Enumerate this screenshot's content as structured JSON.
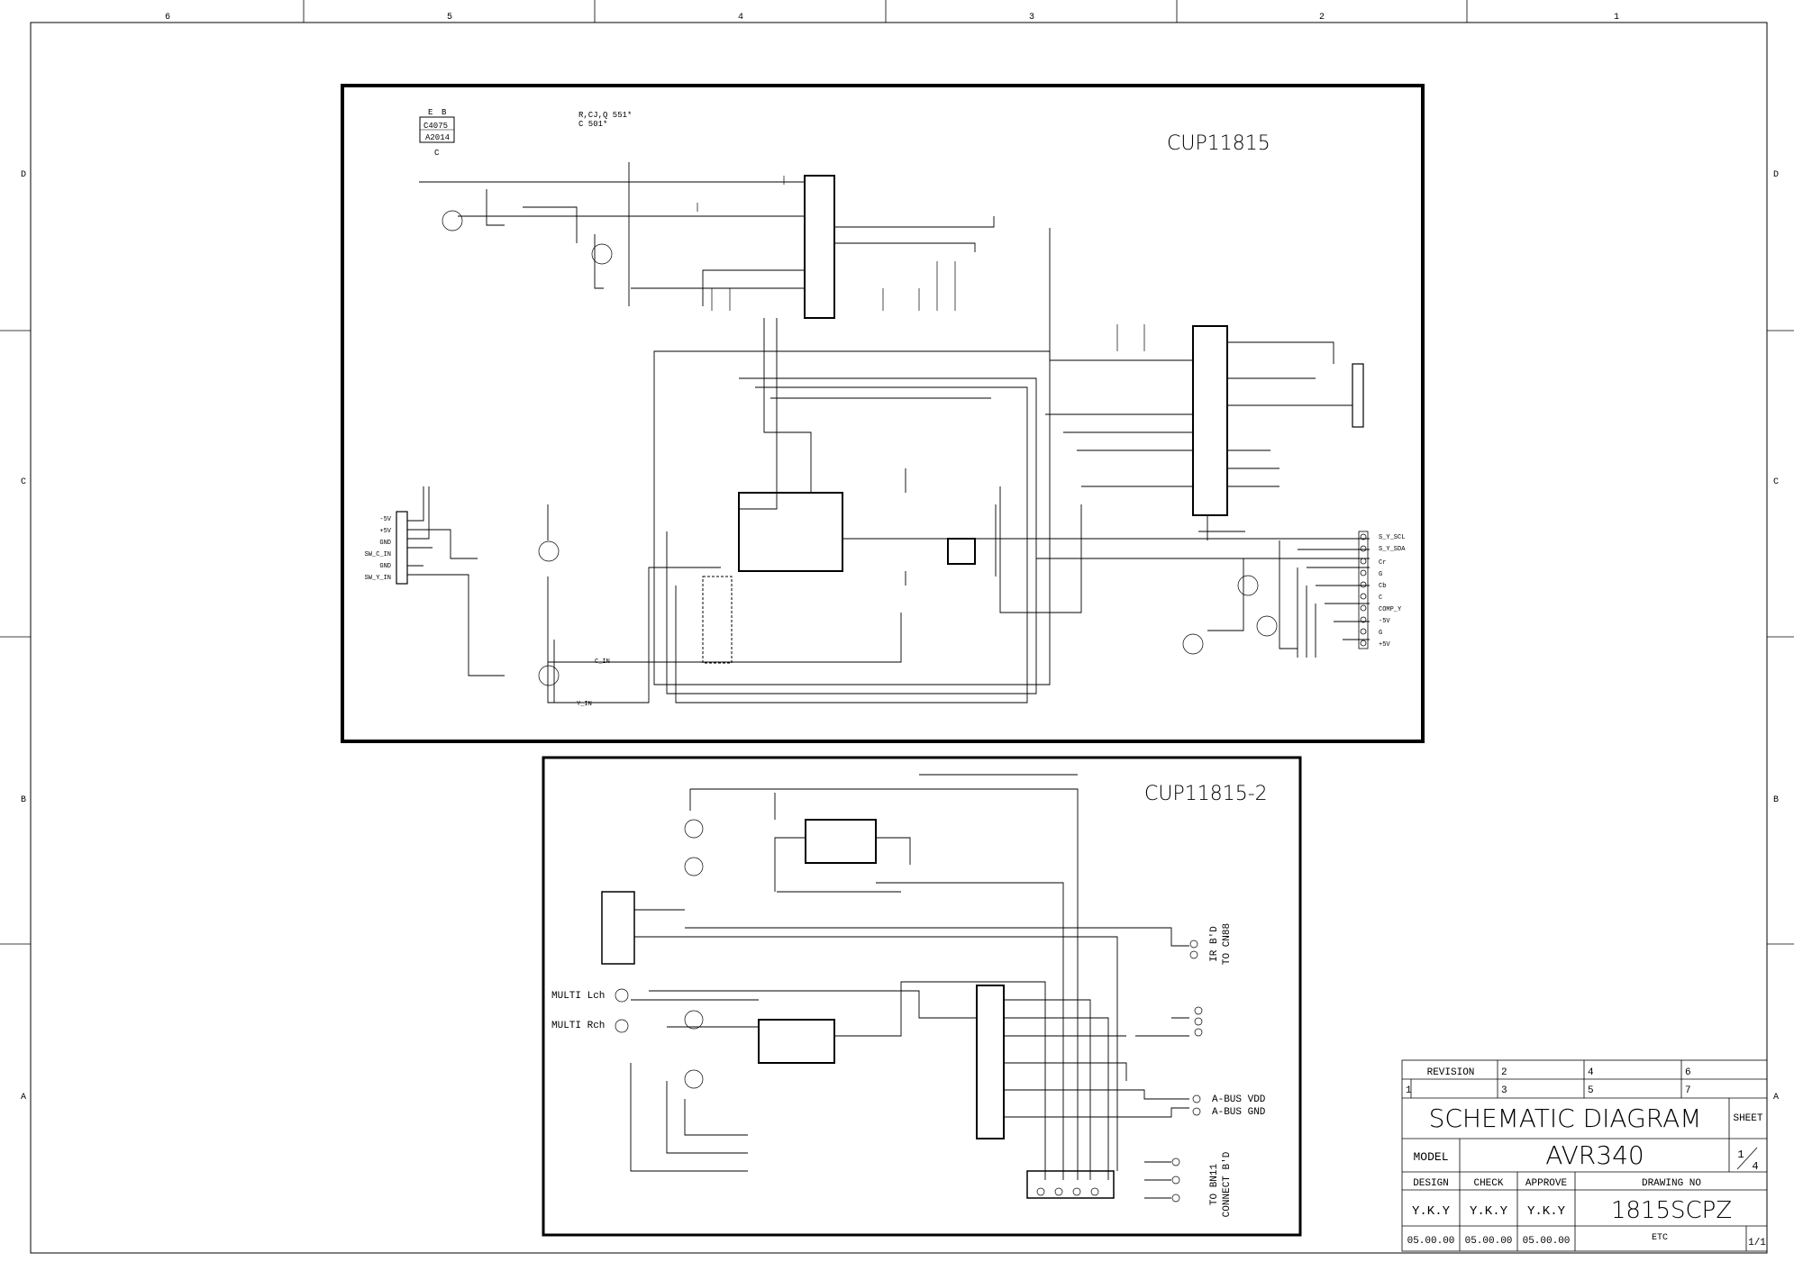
{
  "grid": {
    "columns": [
      "6",
      "5",
      "4",
      "3",
      "2",
      "1"
    ],
    "rows": [
      "D",
      "C",
      "B",
      "A"
    ]
  },
  "board1": {
    "title": "CUP11815",
    "transistor_legend": {
      "e": "E",
      "b": "B",
      "part": "C4075",
      "alt": "A2014",
      "c": "C"
    },
    "note_line1": "R,CJ,Q  551*",
    "note_line2": "C  501*",
    "right_connector_labels": [
      "S_Y_SCL",
      "S_Y_SDA",
      "Cr",
      "G",
      "Cb",
      "C",
      "COMP_Y",
      "-5V",
      "G",
      "+5V"
    ],
    "left_connector_labels": [
      "-5V",
      "+5V",
      "GND",
      "SW_C_IN",
      "GND",
      "SW_Y_IN"
    ],
    "net_labels": {
      "c_in": "C_IN",
      "y_in": "Y_IN"
    }
  },
  "board2": {
    "title": "CUP11815-2",
    "multi_lch": "MULTI Lch",
    "multi_rch": "MULTI Rch",
    "ir_connector": [
      "IR B'D",
      "TO CN88"
    ],
    "abus_vdd": "A-BUS VDD",
    "abus_gnd": "A-BUS GND",
    "bn11_connector": [
      "TO BN11",
      "CONNECT B'D"
    ]
  },
  "title_block": {
    "revision_label": "REVISION",
    "rev_numbers": [
      "1",
      "2",
      "3",
      "4",
      "5",
      "6",
      "7"
    ],
    "title": "SCHEMATIC DIAGRAM",
    "sheet_label": "SHEET",
    "model_label": "MODEL",
    "model": "AVR340",
    "sheet_num": "1",
    "sheet_total": "4",
    "design_label": "DESIGN",
    "check_label": "CHECK",
    "approve_label": "APPROVE",
    "drawing_no_label": "DRAWING NO",
    "design": "Y.K.Y",
    "check": "Y.K.Y",
    "approve": "Y.K.Y",
    "drawing_no": "1815SCPZ",
    "design_date": "05.00.00",
    "check_date": "05.00.00",
    "approve_date": "05.00.00",
    "etc": "ETC",
    "page_frac": "1/1"
  }
}
